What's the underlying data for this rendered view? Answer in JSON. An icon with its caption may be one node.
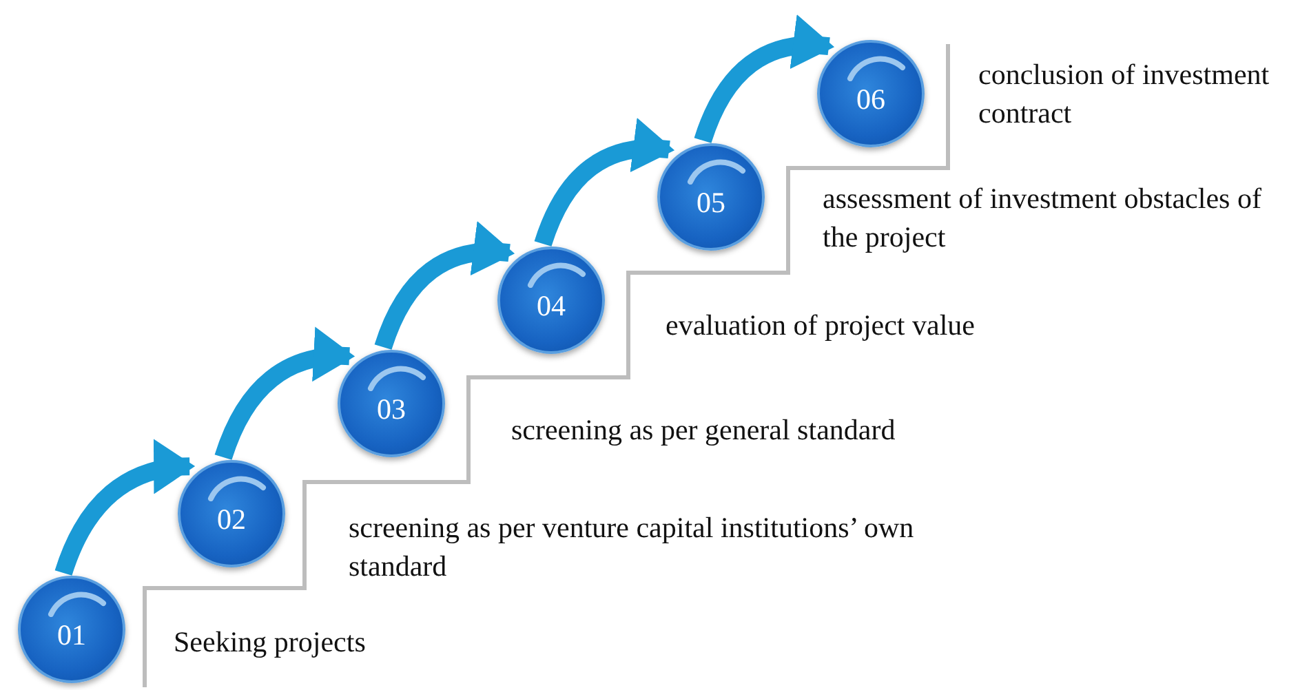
{
  "diagram": {
    "nodes": [
      {
        "text": [
          "01"
        ],
        "beside": [
          "Seeking projects"
        ]
      },
      {
        "text": [
          "02"
        ],
        "beside": [
          "screening as per venture capital institutions’ own standard"
        ]
      },
      {
        "text": [
          "03"
        ],
        "beside": [
          "screening as per general standard"
        ]
      },
      {
        "text": [
          "04"
        ],
        "beside": [
          "evaluation of project value"
        ]
      },
      {
        "text": [
          "05"
        ],
        "beside": [
          "assessment of investment obstacles of the project"
        ]
      },
      {
        "text": [
          "06"
        ],
        "beside": [
          "conclusion of investment contract"
        ]
      }
    ],
    "edges": [
      {
        "from": 0,
        "to": 1,
        "arrow": "to"
      },
      {
        "from": 1,
        "to": 2,
        "arrow": "to"
      },
      {
        "from": 2,
        "to": 3,
        "arrow": "to"
      },
      {
        "from": 3,
        "to": 4,
        "arrow": "to"
      },
      {
        "from": 4,
        "to": 5,
        "arrow": "to"
      }
    ]
  }
}
